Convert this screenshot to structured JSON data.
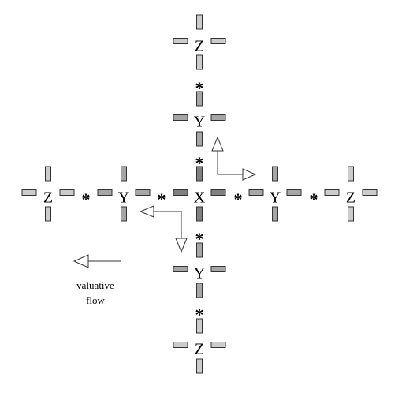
{
  "diagram": {
    "center": {
      "label": "X"
    },
    "ring1": [
      {
        "id": "north",
        "label": "Y"
      },
      {
        "id": "east",
        "label": "Y"
      },
      {
        "id": "south",
        "label": "Y"
      },
      {
        "id": "west",
        "label": "Y"
      }
    ],
    "ring2": [
      {
        "id": "north",
        "label": "Z"
      },
      {
        "id": "east",
        "label": "Z"
      },
      {
        "id": "south",
        "label": "Z"
      },
      {
        "id": "west",
        "label": "Z"
      }
    ],
    "connector_symbol": "*",
    "legend": {
      "line1": "valuative",
      "line2": "flow"
    },
    "colors": {
      "bar_dark": "#808080",
      "bar_medium": "#a6a6a6",
      "bar_light": "#cccccc",
      "arrow_fill": "#ffffff",
      "stroke": "#333333",
      "text": "#000000"
    }
  }
}
